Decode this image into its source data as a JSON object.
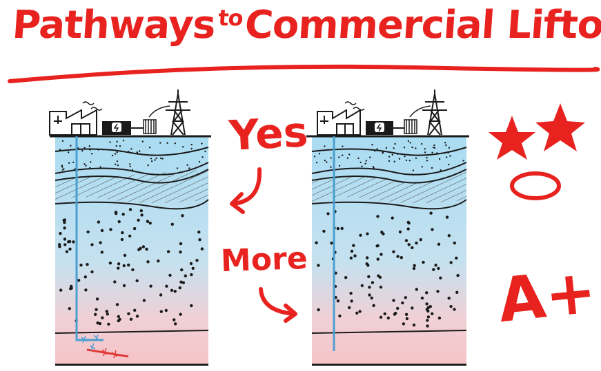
{
  "title": {
    "main_a": "Pathways",
    "connector": "to",
    "main_b": "Commercial Liftoff"
  },
  "left_panel": {
    "label": "Yes",
    "arrow_icon": "curved-arrow-icon"
  },
  "right_panel": {
    "label": "More",
    "arrow_icon": "curved-arrow-icon"
  },
  "rating": {
    "stars": 2,
    "grade": "A+",
    "circle_icon": "circle-icon"
  },
  "colors": {
    "ink": "#e8231f",
    "ground_top": "#a9dcf2",
    "ground_bottom": "#f6c9cc",
    "cold_pipe": "#4a9fd0",
    "hot_pipe": "#e03a36",
    "line": "#1a1a1a"
  },
  "icons": [
    "power-plant-icon",
    "generator-icon",
    "transformer-icon",
    "transmission-tower-icon",
    "star-icon"
  ]
}
